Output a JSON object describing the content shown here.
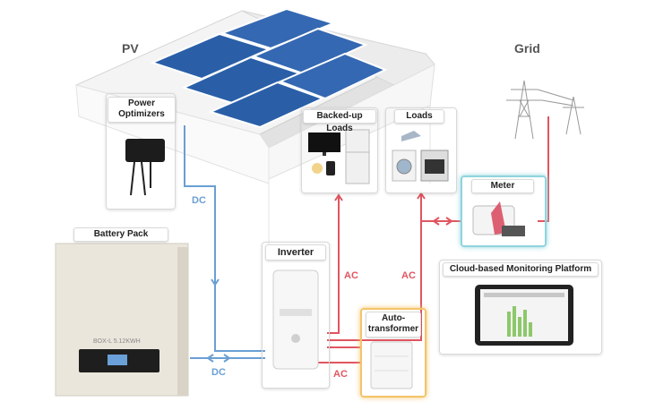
{
  "labels": {
    "pv": "PV",
    "grid": "Grid",
    "power_optimizers": "Power\nOptimizers",
    "backed_up_loads": "Backed-up Loads",
    "loads": "Loads",
    "meter": "Meter",
    "battery_pack": "Battery Pack",
    "inverter": "Inverter",
    "cloud_monitoring": "Cloud-based Monitoring Platform",
    "auto_transformer": "Auto-\ntransformer",
    "battery_model": "BOX-L 5.12KWH"
  },
  "wires": {
    "dc_top": "DC",
    "dc_bottom": "DC",
    "ac_left": "AC",
    "ac_right": "AC",
    "ac_bottom": "AC"
  },
  "colors": {
    "dc": "#6a9fd4",
    "ac": "#e05560",
    "meter_glow": "#8fd4dc",
    "transformer_glow": "#f3c46a",
    "panel": "#2a5fa8"
  }
}
